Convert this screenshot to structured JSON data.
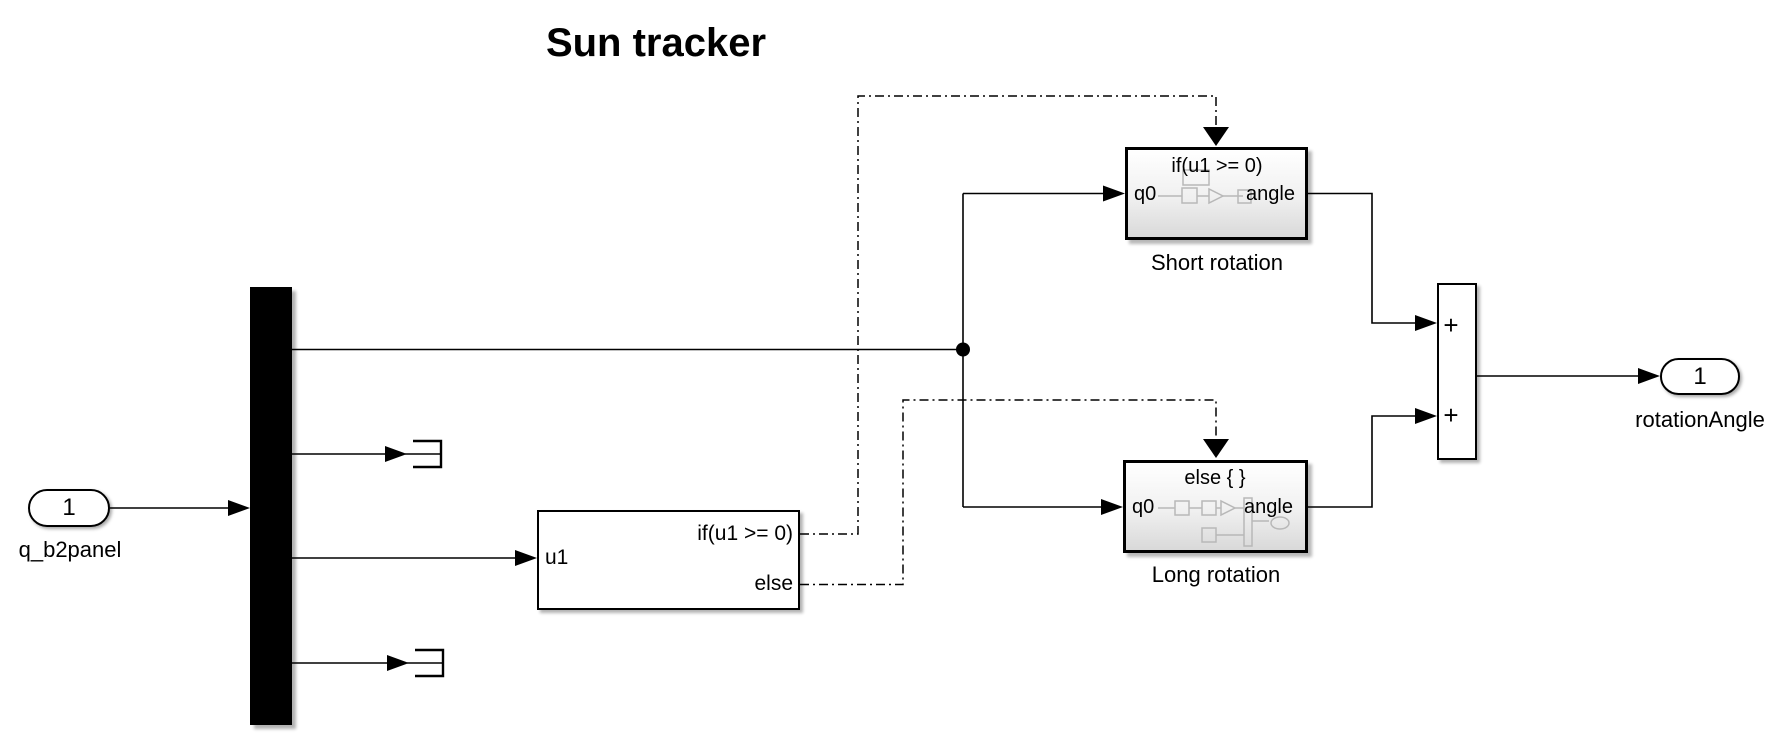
{
  "diagram": {
    "title": "Sun tracker",
    "blocks": {
      "inport": {
        "value": "1",
        "label": "q_b2panel"
      },
      "if_block": {
        "input": "u1",
        "out_if": "if(u1 >= 0)",
        "out_else": "else"
      },
      "short_rotation": {
        "header": "if(u1 >= 0)",
        "in": "q0",
        "out": "angle",
        "name": "Short rotation"
      },
      "long_rotation": {
        "header": "else { }",
        "in": "q0",
        "out": "angle",
        "name": "Long rotation"
      },
      "sum": {
        "sign_top": "+",
        "sign_bottom": "+"
      },
      "outport": {
        "value": "1",
        "label": "rotationAngle"
      }
    },
    "colors": {
      "line": "#000000",
      "preview_gray": "#b8b8b8",
      "background": "#ffffff"
    }
  }
}
